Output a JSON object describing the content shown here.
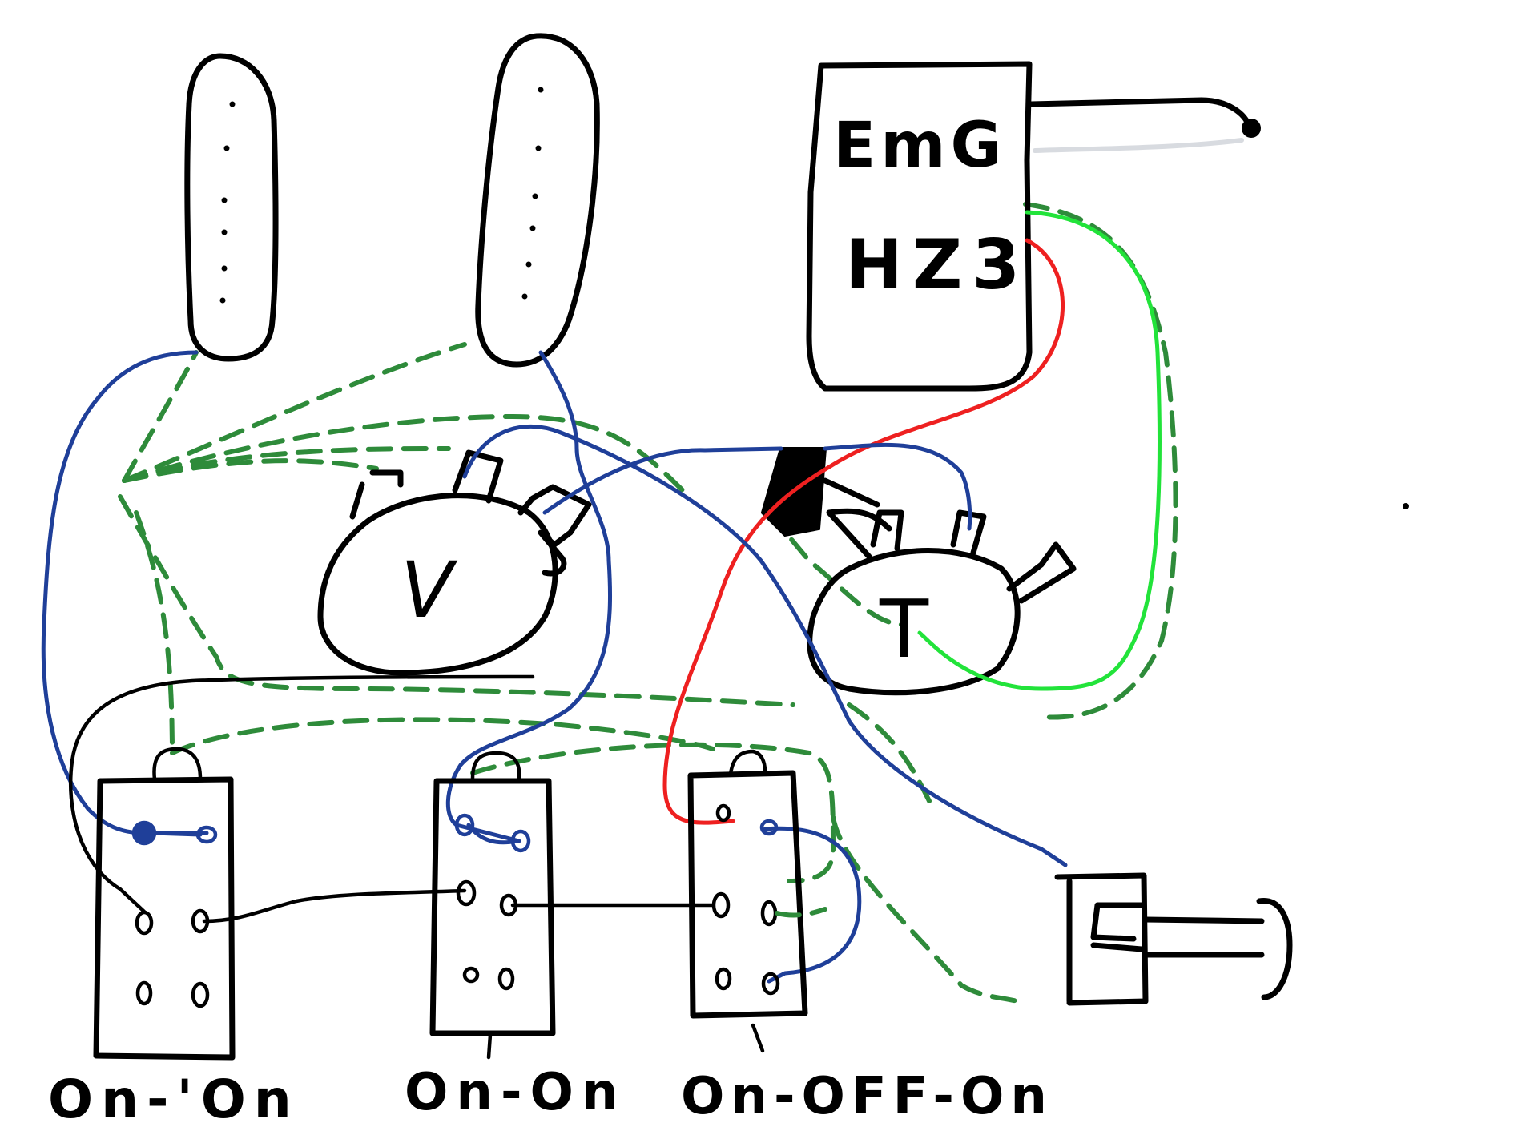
{
  "pickup": {
    "brand": "EmG",
    "model": "HZ3"
  },
  "pots": {
    "volume_label": "V",
    "tone_label": "T"
  },
  "switches": [
    {
      "type": "On-'On"
    },
    {
      "type": "On-On"
    },
    {
      "type": "On-OFF-On"
    }
  ],
  "wire_colors": {
    "hot_red": "#ee2020",
    "green": "#22e33a",
    "ground_dashed": "#2e8b3a",
    "blue": "#1f3f99",
    "black": "#000000",
    "shield_grey": "#d8dbe0"
  }
}
